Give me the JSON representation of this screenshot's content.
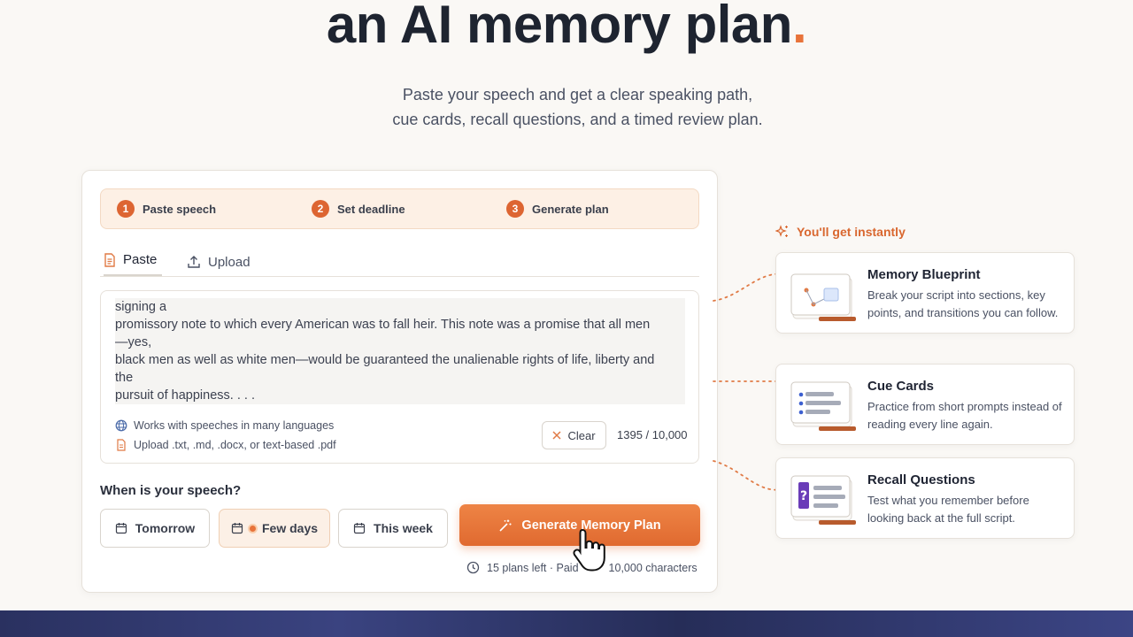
{
  "hero": {
    "title": "an AI memory plan",
    "title_dot": ".",
    "subtitle_line1": "Paste your speech and get a clear speaking path,",
    "subtitle_line2": "cue cards, recall questions, and a timed review plan."
  },
  "steps": [
    {
      "num": "1",
      "label": "Paste speech"
    },
    {
      "num": "2",
      "label": "Set deadline"
    },
    {
      "num": "3",
      "label": "Generate plan"
    }
  ],
  "tabs": {
    "paste": "Paste",
    "upload": "Upload"
  },
  "speech": {
    "text": "signing a\npromissory note to which every American was to fall heir. This note was a promise that all men\n—yes,\nblack men as well as white men—would be guaranteed the unalienable rights of life, liberty and\nthe\npursuit of happiness. . . .",
    "hint_languages": "Works with speeches in many languages",
    "hint_formats": "Upload .txt, .md, .docx, or text-based .pdf",
    "clear_label": "Clear",
    "counter": "1395 / 10,000"
  },
  "deadline": {
    "label": "When is your speech?",
    "options": [
      "Tomorrow",
      "Few days",
      "This week"
    ],
    "selected": "Few days"
  },
  "generate": {
    "label": "Generate Memory Plan",
    "plans_left": "15 plans left · Paid",
    "plans_suffix": "10,000 characters"
  },
  "instant": {
    "heading": "You'll get instantly",
    "features": [
      {
        "title": "Memory Blueprint",
        "desc": "Break your script into sections, key points, and transitions you can follow."
      },
      {
        "title": "Cue Cards",
        "desc": "Practice from short prompts instead of reading every line again."
      },
      {
        "title": "Recall Questions",
        "desc": "Test what you remember before looking back at the full script."
      }
    ],
    "recall_badge": "?"
  },
  "colors": {
    "accent": "#e8733a",
    "accent_dark": "#dd6532",
    "text": "#1f2433",
    "muted": "#4a5163",
    "bg": "#faf8f5"
  }
}
